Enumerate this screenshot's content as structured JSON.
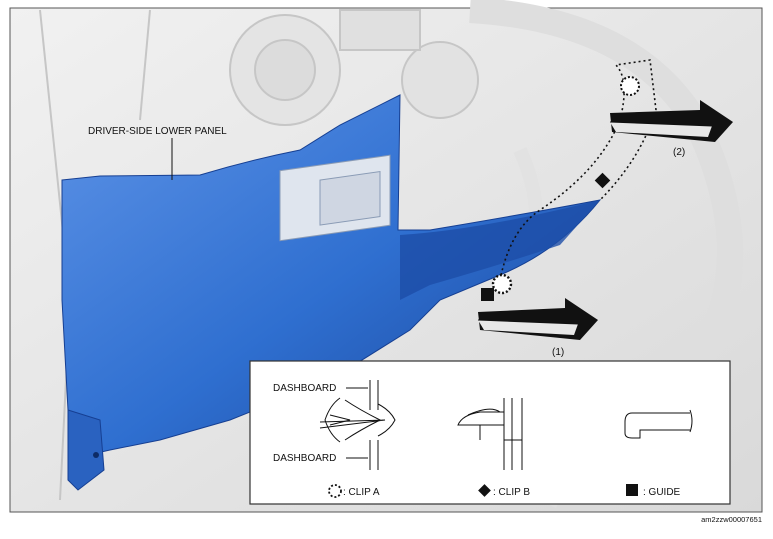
{
  "panel_label": "DRIVER-SIDE LOWER PANEL",
  "steps": {
    "step1": "(1)",
    "step2": "(2)"
  },
  "legend": {
    "dashboard_top": "DASHBOARD",
    "dashboard_bottom": "DASHBOARD",
    "clip_a": ": CLIP A",
    "clip_b": ": CLIP B",
    "guide": ": GUIDE"
  },
  "figure_id": "am2zzw00007651",
  "colors": {
    "panel": "#2f6fd0",
    "panel_dark": "#1d4ea8",
    "background": "#e9e9e9",
    "frame": "#555555"
  }
}
